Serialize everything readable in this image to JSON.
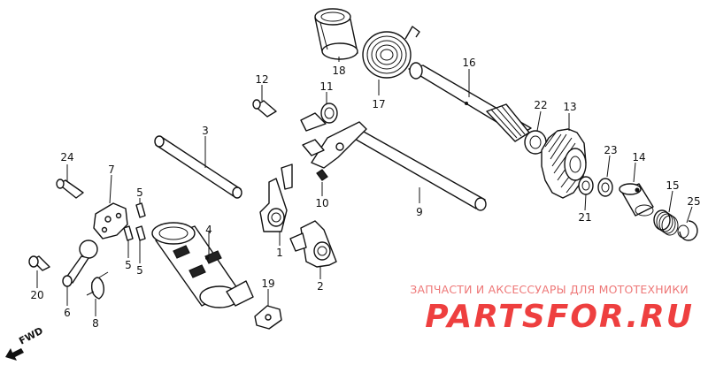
{
  "callouts": {
    "c1": "1",
    "c2": "2",
    "c3": "3",
    "c4": "4",
    "c5a": "5",
    "c5b": "5",
    "c5c": "5",
    "c6": "6",
    "c7": "7",
    "c8": "8",
    "c9": "9",
    "c10": "10",
    "c11": "11",
    "c12": "12",
    "c13": "13",
    "c14": "14",
    "c15": "15",
    "c16": "16",
    "c17": "17",
    "c18": "18",
    "c19": "19",
    "c20": "20",
    "c21": "21",
    "c22": "22",
    "c23": "23",
    "c24": "24",
    "c25": "25"
  },
  "watermark": {
    "tagline": "ЗАПЧАСТИ И АКСЕССУАРЫ ДЛЯ МОТОТЕХНИКИ",
    "brand": "PARTSFOR.RU",
    "accent_color": "#ee3f3f"
  },
  "orientation": {
    "label": "FWD"
  }
}
